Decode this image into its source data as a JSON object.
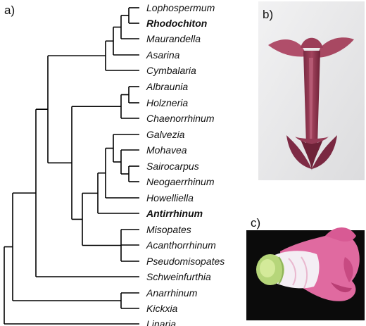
{
  "panel_labels": {
    "a": "a)",
    "b": "b)",
    "c": "c)"
  },
  "taxa": [
    {
      "name": "Lophospermum",
      "bold": false
    },
    {
      "name": "Rhodochiton",
      "bold": true
    },
    {
      "name": "Maurandella",
      "bold": false
    },
    {
      "name": "Asarina",
      "bold": false
    },
    {
      "name": "Cymbalaria",
      "bold": false
    },
    {
      "name": "Albraunia",
      "bold": false
    },
    {
      "name": "Holzneria",
      "bold": false
    },
    {
      "name": "Chaenorrhinum",
      "bold": false
    },
    {
      "name": "Galvezia",
      "bold": false
    },
    {
      "name": "Mohavea",
      "bold": false
    },
    {
      "name": "Sairocarpus",
      "bold": false
    },
    {
      "name": "Neogaerrhinum",
      "bold": false
    },
    {
      "name": "Howelliella",
      "bold": false
    },
    {
      "name": "Antirrhinum",
      "bold": true
    },
    {
      "name": "Misopates",
      "bold": false
    },
    {
      "name": "Acanthorrhinum",
      "bold": false
    },
    {
      "name": "Pseudomisopates",
      "bold": false
    },
    {
      "name": "Schweinfurthia",
      "bold": false
    },
    {
      "name": "Anarrhinum",
      "bold": false
    },
    {
      "name": "Kickxia",
      "bold": false
    },
    {
      "name": "Linaria",
      "bold": false
    }
  ],
  "colors": {
    "flower_b_main": "#a3445e",
    "flower_b_dark": "#6e2238",
    "flower_c_pink": "#e06aa0",
    "flower_c_white": "#f4eef4",
    "flower_c_green": "#b6d67a",
    "photo_b_bg": "#e9e9ea",
    "photo_c_bg": "#0b0b0b"
  }
}
